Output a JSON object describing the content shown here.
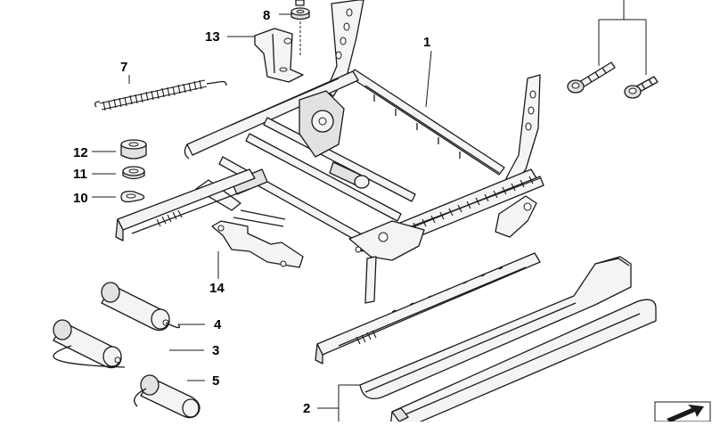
{
  "callouts": [
    "1",
    "2",
    "3",
    "4",
    "5",
    "7",
    "8",
    "10",
    "11",
    "12",
    "13",
    "14"
  ]
}
